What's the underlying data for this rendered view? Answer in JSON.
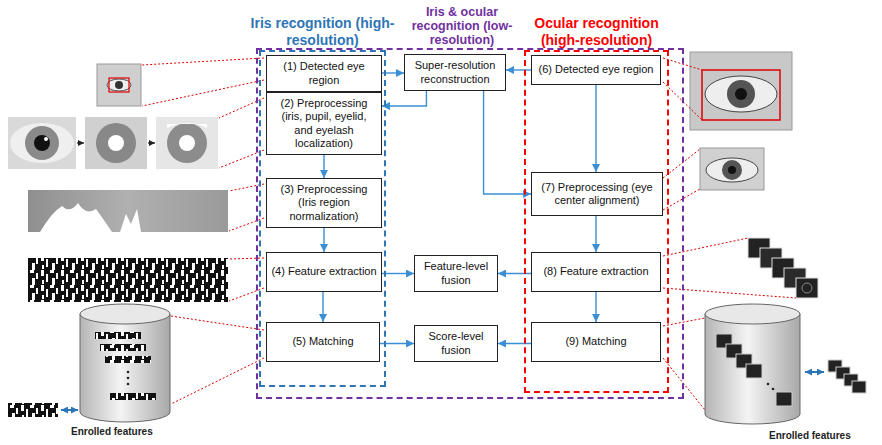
{
  "diagram": {
    "nodes": [
      {
        "text": [
          "Iris & ocular recognition (low-resolution)"
        ]
      },
      {
        "text": [
          "Iris recognition (high-resolution)"
        ],
        "in": 0
      },
      {
        "text": [
          "Ocular recognition (high-resolution)"
        ],
        "in": 0
      },
      {
        "text": [
          "(1) Detected eye region"
        ],
        "in": 1
      },
      {
        "text": [
          "(2) Preprocessing (iris, pupil, eyelid, and eyelash localization)"
        ],
        "in": 1
      },
      {
        "text": [
          "(3) Preprocessing (Iris region normalization)"
        ],
        "in": 1
      },
      {
        "text": [
          "(4) Feature extraction"
        ],
        "in": 1
      },
      {
        "text": [
          "(5) Matching"
        ],
        "in": 1
      },
      {
        "text": [
          "Super-resolution reconstruction"
        ],
        "in": 0
      },
      {
        "text": [
          "Feature-level fusion"
        ],
        "in": 0
      },
      {
        "text": [
          "Score-level fusion"
        ],
        "in": 0
      },
      {
        "text": [
          "(6) Detected eye region"
        ],
        "in": 2
      },
      {
        "text": [
          "(7) Preprocessing (eye center alignment)"
        ],
        "in": 2
      },
      {
        "text": [
          "(8) Feature extraction"
        ],
        "in": 2
      },
      {
        "text": [
          "(9) Matching"
        ],
        "in": 2
      }
    ],
    "edges": [
      {
        "from": 3,
        "to": 4,
        "arrow": "to"
      },
      {
        "from": 4,
        "to": 5,
        "arrow": "to"
      },
      {
        "from": 5,
        "to": 6,
        "arrow": "to"
      },
      {
        "from": 6,
        "to": 7,
        "arrow": "to"
      },
      {
        "from": 3,
        "to": 8,
        "arrow": "to"
      },
      {
        "from": 11,
        "to": 8,
        "arrow": "to"
      },
      {
        "from": 8,
        "to": 4,
        "arrow": "to"
      },
      {
        "from": 8,
        "to": 12,
        "arrow": "to"
      },
      {
        "from": 11,
        "to": 12,
        "arrow": "to"
      },
      {
        "from": 12,
        "to": 13,
        "arrow": "to"
      },
      {
        "from": 13,
        "to": 14,
        "arrow": "to"
      },
      {
        "from": 6,
        "to": 9,
        "arrow": "to"
      },
      {
        "from": 13,
        "to": 9,
        "arrow": "to"
      },
      {
        "from": 7,
        "to": 10,
        "arrow": "to"
      },
      {
        "from": 14,
        "to": 10,
        "arrow": "to"
      }
    ],
    "labels": [
      "Enrolled features",
      "Enrolled features"
    ]
  }
}
